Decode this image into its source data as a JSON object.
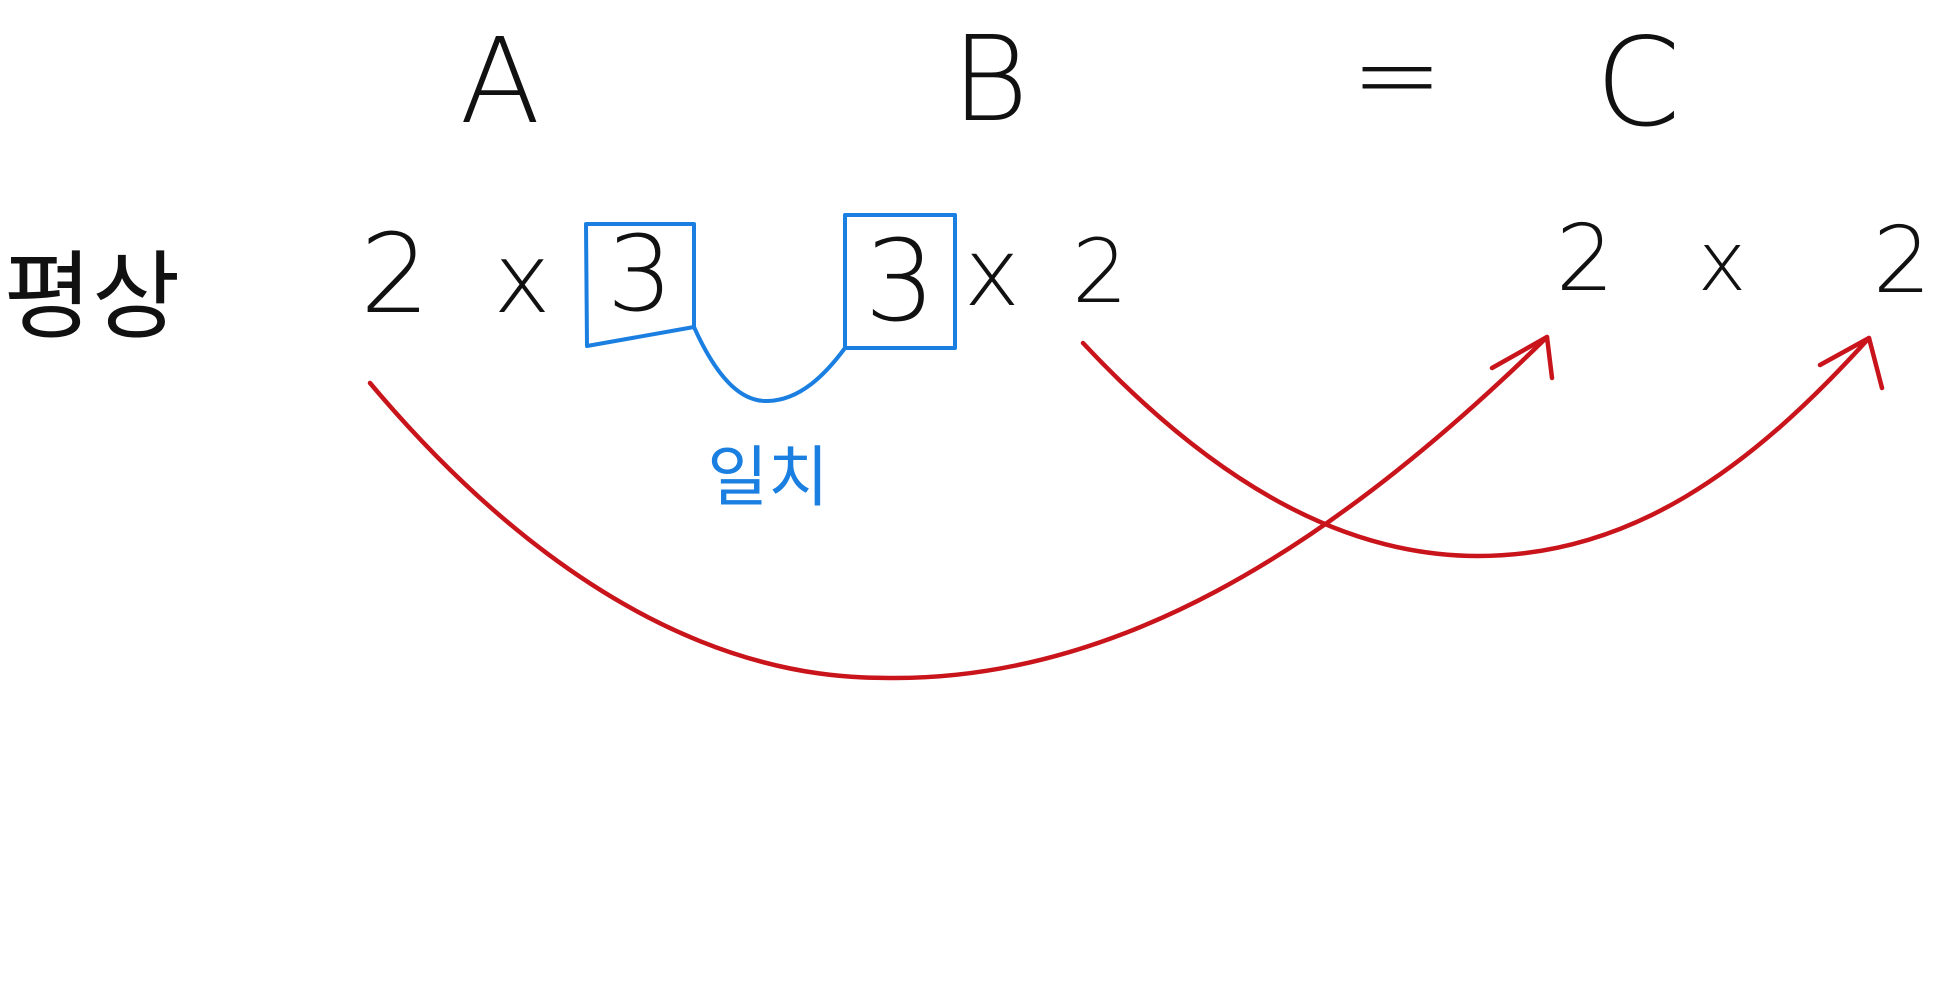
{
  "headers": {
    "a": "A",
    "b": "B",
    "equals": "=",
    "c": "C"
  },
  "row": {
    "label": "평상",
    "a_left": "2",
    "a_times": "x",
    "a_right": "3",
    "b_left": "3",
    "b_times": "x",
    "b_right": "2",
    "c_left": "2",
    "c_times": "x",
    "c_right": "2"
  },
  "match_label": "일치",
  "colors": {
    "ink": "#111111",
    "match": "#1a7fe0",
    "arrow": "#c8141a",
    "background": "#ffffff"
  }
}
